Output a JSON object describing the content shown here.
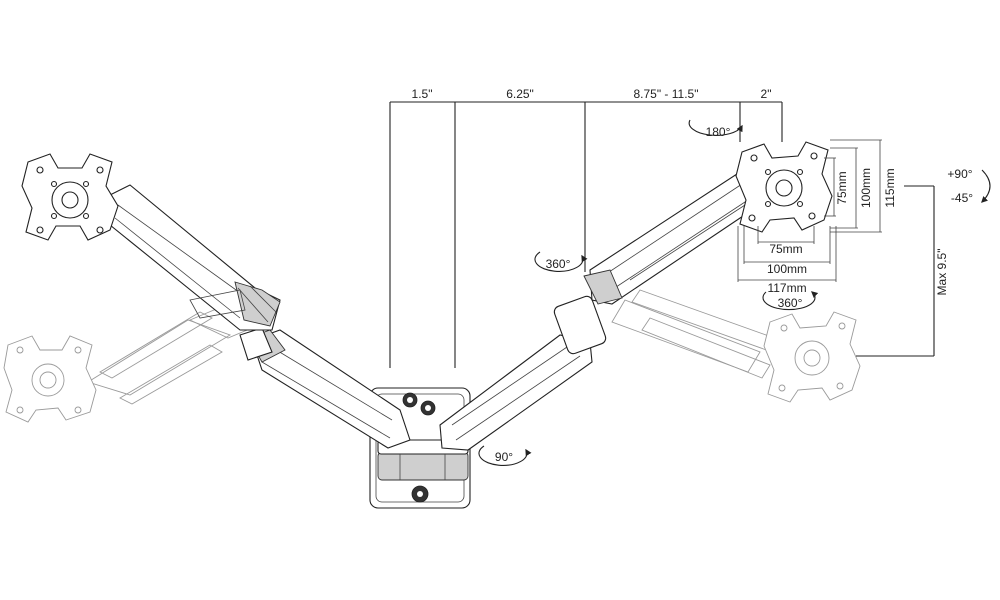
{
  "dimensions": {
    "top": [
      "1.5\"",
      "6.25\"",
      "8.75\" - 11.5\"",
      "2\""
    ],
    "vesa_widths": [
      "75mm",
      "100mm",
      "117mm"
    ],
    "vesa_heights": [
      "75mm",
      "100mm",
      "115mm"
    ],
    "max_height": "Max 9.5\""
  },
  "rotations": {
    "rotate": "180°",
    "swivel_arm": "360°",
    "swivel_head": "360°",
    "base_swivel": "90°",
    "tilt_up": "+90°",
    "tilt_down": "-45°"
  }
}
